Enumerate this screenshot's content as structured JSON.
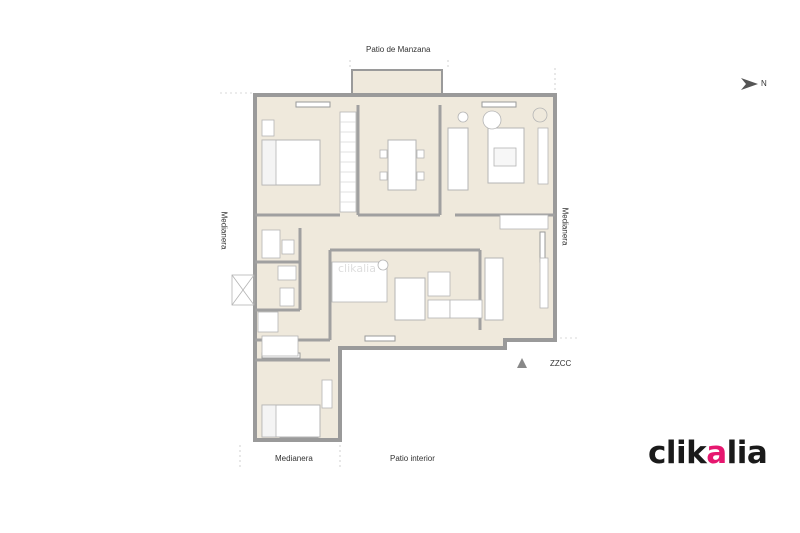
{
  "labels": {
    "top": "Patio de Manzana",
    "bottom_interior": "Patio interior",
    "bottom_left": "Medianera",
    "left": "Medianera",
    "right": "Medianera",
    "zzcc": "ZZCC",
    "north": "N"
  },
  "logo": {
    "part1": "clik",
    "accent": "a",
    "part2": "lia"
  },
  "colors": {
    "floor": "#efe9dc",
    "wall": "#9a9a9a",
    "accent": "#e6176f",
    "text": "#333333"
  }
}
